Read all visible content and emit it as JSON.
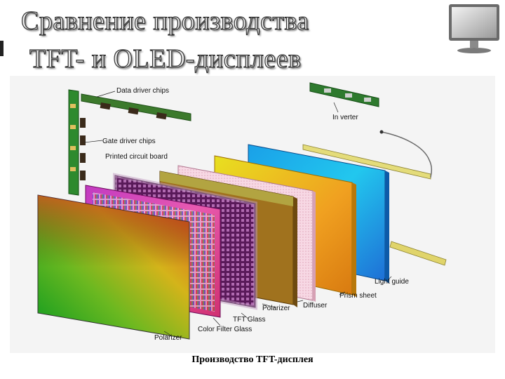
{
  "slide": {
    "title_line1": "Сравнение производства",
    "title_line2": "TFT- и OLED-дисплеев",
    "caption": "Производство  TFT-дисплея"
  },
  "diagram_labels": {
    "data_driver_chips": "Data driver chips",
    "gate_driver_chips": "Gate driver chips",
    "printed_circuit_board": "Printed circuit board",
    "inverter": "In verter",
    "light_guide": "Light guide",
    "prism_sheet": "Prism sheet",
    "diffuser": "Diffuser",
    "polarizer_mid": "Polarizer",
    "tft_glass": "TFT Glass",
    "color_filter_glass": "Color Filter Glass",
    "polarizer_front": "Polarizer"
  },
  "icons": {
    "monitor": "monitor-icon"
  }
}
